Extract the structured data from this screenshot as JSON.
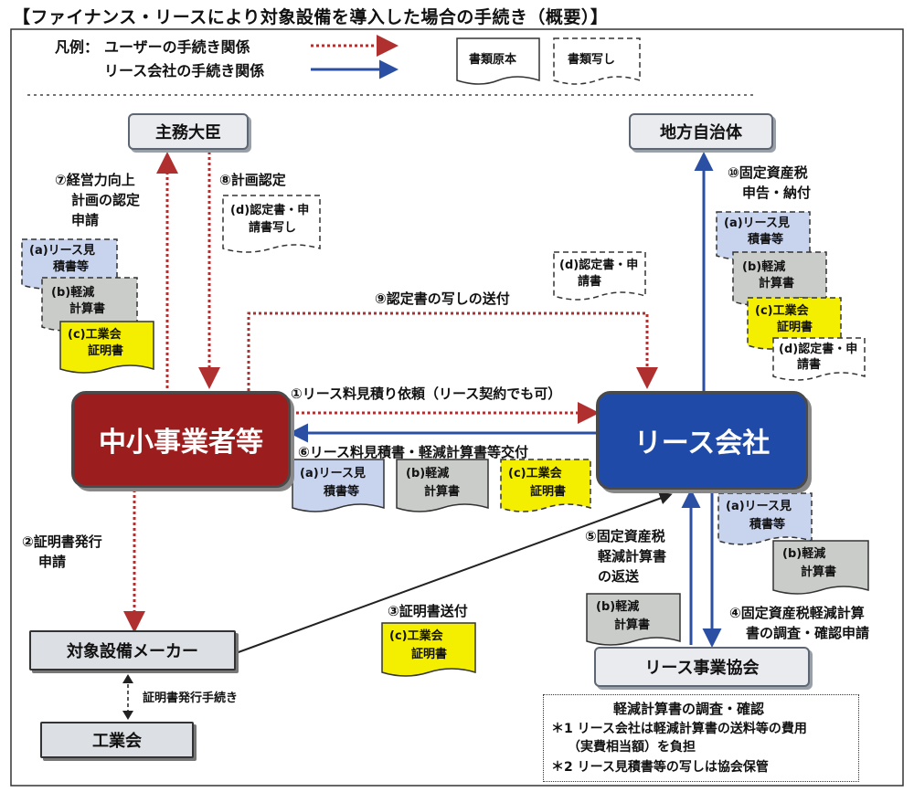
{
  "title": "【ファイナンス・リースにより対象設備を導入した場合の手続き（概要）】",
  "legend": {
    "prefix": "凡例：",
    "user_label": "ユーザーの手続き関係",
    "lease_label": "リース会社の手続き関係",
    "original_label": "書類原本",
    "copy_label": "書類写し"
  },
  "colors": {
    "user_arrow": "#b03030",
    "lease_arrow": "#2b4fa3",
    "doc_a": "#c8d3ee",
    "doc_b": "#c9ccc8",
    "doc_c": "#f4ee00",
    "doc_d": "#ffffff",
    "sme": "#9c1d1d",
    "lease_company": "#1f4aa8"
  },
  "nodes": {
    "minister": "主務大臣",
    "local_gov": "地方自治体",
    "sme": "中小事業者等",
    "lease_company": "リース会社",
    "maker": "対象設備メーカー",
    "industry_assoc": "工業会",
    "lease_assoc": "リース事業協会"
  },
  "steps": {
    "s1": "①リース料見積り依頼（リース契約でも可）",
    "s2a": "②証明書発行",
    "s2b": "申請",
    "s3": "③証明書送付",
    "s4a": "④固定資産税軽減計算",
    "s4b": "書の調査・確認申請",
    "s5a": "⑤固定資産税",
    "s5b": "軽減計算書",
    "s5c": "の返送",
    "s6": "⑥リース料見積書・軽減計算書等交付",
    "s7a": "⑦経営力向上",
    "s7b": "計画の認定",
    "s7c": "申請",
    "s8": "⑧計画認定",
    "s9": "⑨認定書の写しの送付",
    "s10a": "⑩固定資産税",
    "s10b": "申告・納付",
    "cert_procedure": "証明書発行手続き"
  },
  "docs": {
    "a1": "(a)リース見",
    "a2": "積書等",
    "b1": "(b)軽減",
    "b2": "計算書",
    "c1": "(c)工業会",
    "c2": "証明書",
    "d1": "(d)認定書・申",
    "d2": "請書写し",
    "d3": "請書"
  },
  "notes": {
    "heading": "軽減計算書の調査・確認",
    "note1a": "＊1 リース会社は軽減計算書の送料等の費用",
    "note1b": "（実費相当額）を負担",
    "note2": "＊2 リース見積書等の写しは協会保管"
  }
}
